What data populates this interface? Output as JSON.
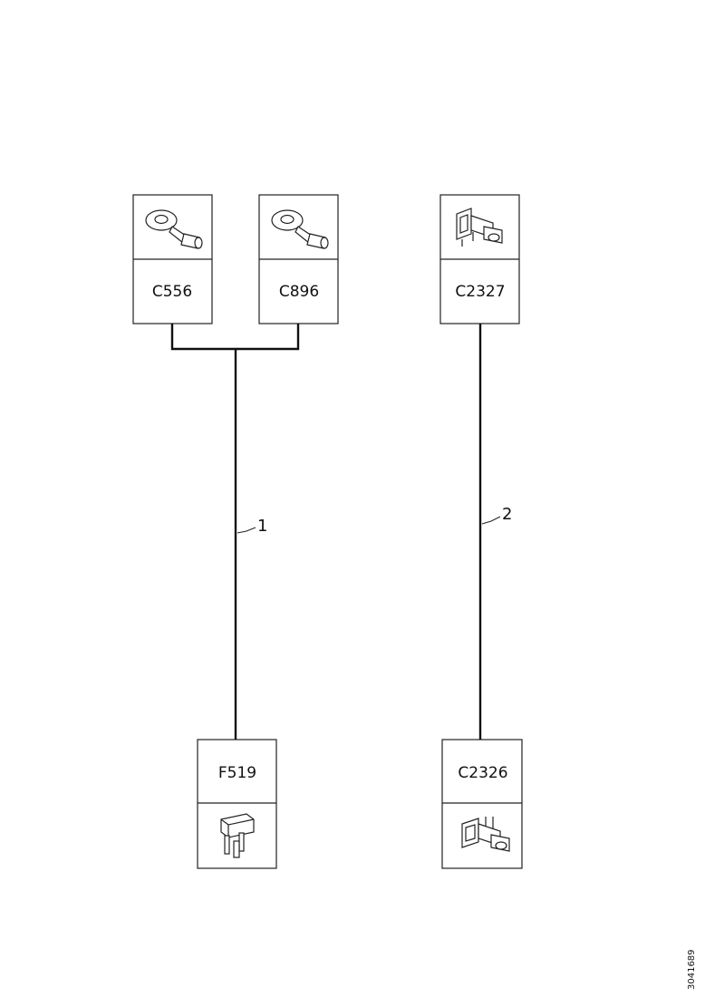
{
  "connectors": [
    {
      "id": "C556",
      "label": "C556",
      "icon": "ring-terminal-icon"
    },
    {
      "id": "C896",
      "label": "C896",
      "icon": "ring-terminal-icon"
    },
    {
      "id": "C2327",
      "label": "C2327",
      "icon": "connector-plug-icon"
    },
    {
      "id": "F519",
      "label": "F519",
      "icon": "blade-fuse-icon"
    },
    {
      "id": "C2326",
      "label": "C2326",
      "icon": "connector-plug-icon"
    }
  ],
  "wires": [
    {
      "label": "1",
      "from": [
        "C556",
        "C896"
      ],
      "to": "F519"
    },
    {
      "label": "2",
      "from": [
        "C2327"
      ],
      "to": "C2326"
    }
  ],
  "drawing_ref": "3041689"
}
